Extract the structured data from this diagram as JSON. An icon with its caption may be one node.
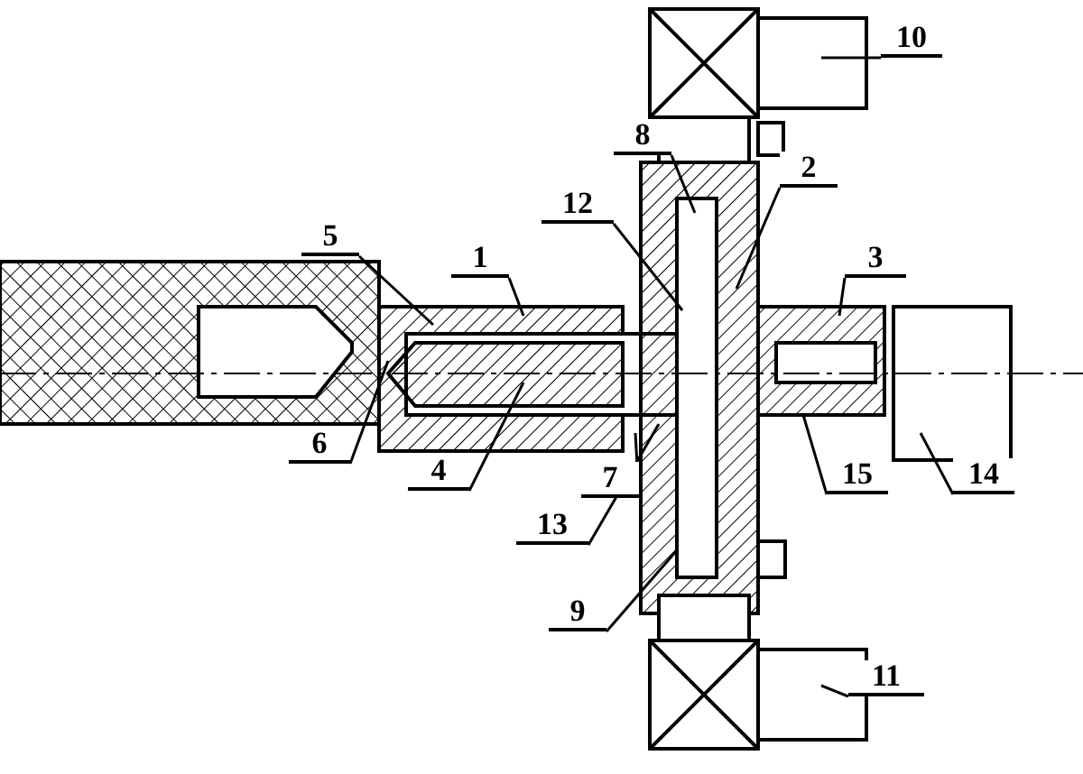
{
  "diagram": {
    "nodes": [
      {
        "text": [
          "10"
        ]
      },
      {
        "text": [
          "8"
        ]
      },
      {
        "text": [
          "2"
        ]
      },
      {
        "text": [
          "12"
        ]
      },
      {
        "text": [
          "5"
        ]
      },
      {
        "text": [
          "1"
        ]
      },
      {
        "text": [
          "3"
        ]
      },
      {
        "text": [
          "6"
        ]
      },
      {
        "text": [
          "4"
        ]
      },
      {
        "text": [
          "7"
        ]
      },
      {
        "text": [
          "15"
        ]
      },
      {
        "text": [
          "14"
        ]
      },
      {
        "text": [
          "13"
        ]
      },
      {
        "text": [
          "9"
        ]
      },
      {
        "text": [
          "11"
        ]
      }
    ],
    "edges": [
      {
        "from": 0,
        "to": null,
        "arrow": "none"
      },
      {
        "from": 1,
        "to": null,
        "arrow": "none"
      },
      {
        "from": 2,
        "to": null,
        "arrow": "none"
      },
      {
        "from": 3,
        "to": null,
        "arrow": "none"
      },
      {
        "from": 4,
        "to": null,
        "arrow": "none"
      },
      {
        "from": 5,
        "to": null,
        "arrow": "none"
      },
      {
        "from": 6,
        "to": null,
        "arrow": "none"
      },
      {
        "from": 7,
        "to": null,
        "arrow": "none"
      },
      {
        "from": 8,
        "to": null,
        "arrow": "none"
      },
      {
        "from": 9,
        "to": null,
        "arrow": "none"
      },
      {
        "from": 10,
        "to": null,
        "arrow": "none"
      },
      {
        "from": 11,
        "to": null,
        "arrow": "none"
      },
      {
        "from": 12,
        "to": null,
        "arrow": "none"
      },
      {
        "from": 13,
        "to": null,
        "arrow": "none"
      },
      {
        "from": 14,
        "to": null,
        "arrow": "none"
      }
    ]
  }
}
